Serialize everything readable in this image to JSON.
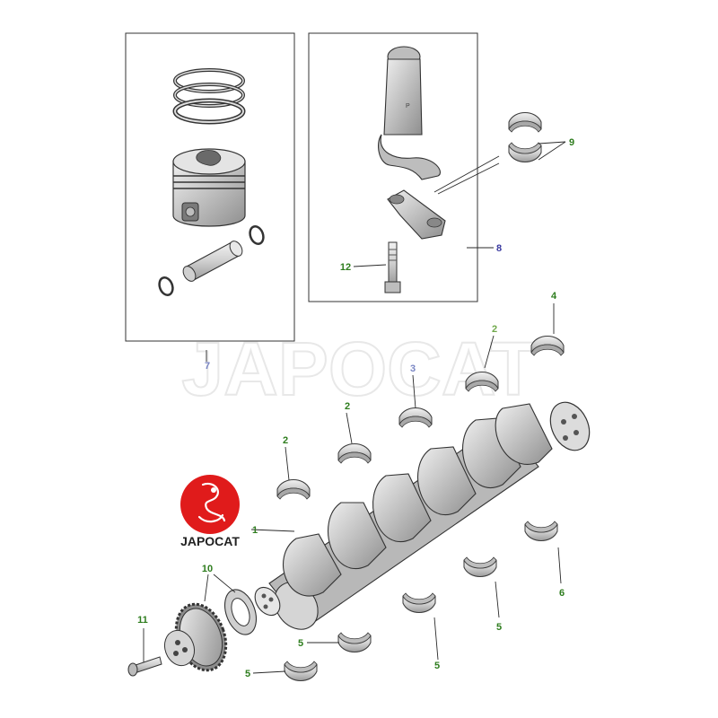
{
  "colors": {
    "callout_green": "#2e7d1e",
    "callout_blue": "#3a3aa0",
    "callout_light_green": "#6fa84a",
    "callout_light_blue": "#7a86c4",
    "logo_red": "#e01b1b",
    "part_fill": "#d8d8d8",
    "part_dark": "#9a9a9a"
  },
  "watermark": {
    "text": "JAPOCAT"
  },
  "logo": {
    "text": "JAPOCAT"
  },
  "callouts": {
    "c1": "1",
    "c2a": "2",
    "c2b": "2",
    "c2c": "2",
    "c3": "3",
    "c4": "4",
    "c5a": "5",
    "c5b": "5",
    "c5c": "5",
    "c5d": "5",
    "c6": "6",
    "c7": "7",
    "c8": "8",
    "c9": "9",
    "c10": "10",
    "c11": "11",
    "c12": "12"
  }
}
